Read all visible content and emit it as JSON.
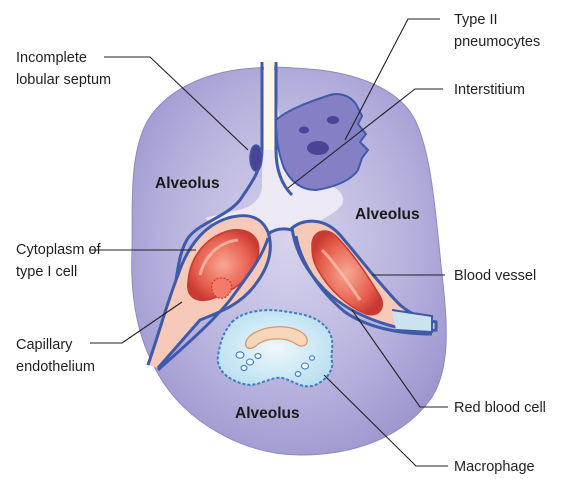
{
  "labels": {
    "incomplete_septum": [
      "Incomplete",
      "lobular septum"
    ],
    "type2_pneumocytes": [
      "Type II",
      "pneumocytes"
    ],
    "interstitium": "Interstitium",
    "cytoplasm_type1": [
      "Cytoplasm of",
      "type I cell"
    ],
    "capillary_endothelium": [
      "Capillary",
      "endothelium"
    ],
    "blood_vessel": "Blood vessel",
    "red_blood_cell": "Red blood cell",
    "macrophage": "Macrophage"
  },
  "regions": {
    "alveolus_left": "Alveolus",
    "alveolus_right": "Alveolus",
    "alveolus_bottom": "Alveolus"
  },
  "colors": {
    "alveolus_fill": "#a8a3d4",
    "membrane": "#3e5aa8",
    "interstitium": "#e6e2f1",
    "blood_vessel": "#f3b9a6",
    "red_blood_cell": "#e3574a",
    "macrophage": "#c9e6f4",
    "nucleus": "#4a4397"
  }
}
